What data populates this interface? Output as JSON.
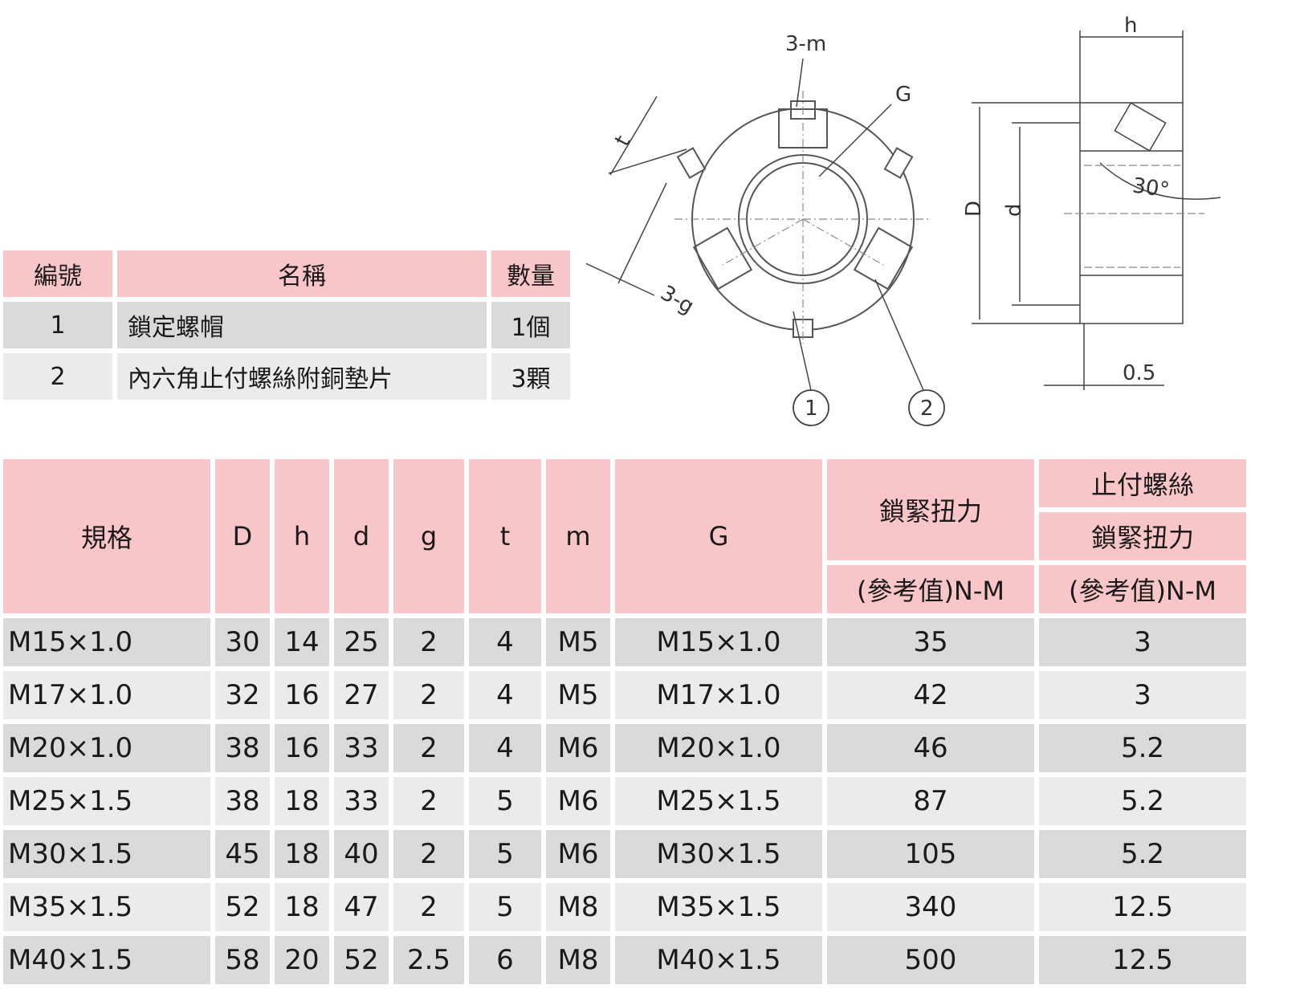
{
  "parts": {
    "headers": {
      "no": "編號",
      "name": "名稱",
      "qty": "數量"
    },
    "rows": [
      {
        "no": "1",
        "name": "鎖定螺帽",
        "qty": "1個"
      },
      {
        "no": "2",
        "name": "內六角止付螺絲附銅墊片",
        "qty": "3顆"
      }
    ]
  },
  "drawing": {
    "labels": {
      "m": "3-m",
      "G": "G",
      "t": "t",
      "g": "3-g",
      "h": "h",
      "D": "D",
      "d": "d",
      "angle": "30°",
      "gap": "0.5",
      "callout1": "1",
      "callout2": "2"
    },
    "colors": {
      "line": "#555555",
      "dim": "#333333"
    }
  },
  "spec": {
    "headers": {
      "spec": "規格",
      "D": "D",
      "h": "h",
      "d": "d",
      "g": "g",
      "t": "t",
      "m": "m",
      "G": "G",
      "torque": "鎖緊扭力",
      "torque_unit": "(參考值)N-M",
      "set_screw": "止付螺絲",
      "set_torque": "鎖緊扭力",
      "set_unit": "(參考值)N-M"
    },
    "rows": [
      {
        "spec": "M15×1.0",
        "D": "30",
        "h": "14",
        "d": "25",
        "g": "2",
        "t": "4",
        "m": "M5",
        "G": "M15×1.0",
        "torque": "35",
        "set": "3"
      },
      {
        "spec": "M17×1.0",
        "D": "32",
        "h": "16",
        "d": "27",
        "g": "2",
        "t": "4",
        "m": "M5",
        "G": "M17×1.0",
        "torque": "42",
        "set": "3"
      },
      {
        "spec": "M20×1.0",
        "D": "38",
        "h": "16",
        "d": "33",
        "g": "2",
        "t": "4",
        "m": "M6",
        "G": "M20×1.0",
        "torque": "46",
        "set": "5.2"
      },
      {
        "spec": "M25×1.5",
        "D": "38",
        "h": "18",
        "d": "33",
        "g": "2",
        "t": "5",
        "m": "M6",
        "G": "M25×1.5",
        "torque": "87",
        "set": "5.2"
      },
      {
        "spec": "M30×1.5",
        "D": "45",
        "h": "18",
        "d": "40",
        "g": "2",
        "t": "5",
        "m": "M6",
        "G": "M30×1.5",
        "torque": "105",
        "set": "5.2"
      },
      {
        "spec": "M35×1.5",
        "D": "52",
        "h": "18",
        "d": "47",
        "g": "2",
        "t": "5",
        "m": "M8",
        "G": "M35×1.5",
        "torque": "340",
        "set": "12.5"
      },
      {
        "spec": "M40×1.5",
        "D": "58",
        "h": "20",
        "d": "52",
        "g": "2.5",
        "t": "6",
        "m": "M8",
        "G": "M40×1.5",
        "torque": "500",
        "set": "12.5"
      }
    ]
  }
}
